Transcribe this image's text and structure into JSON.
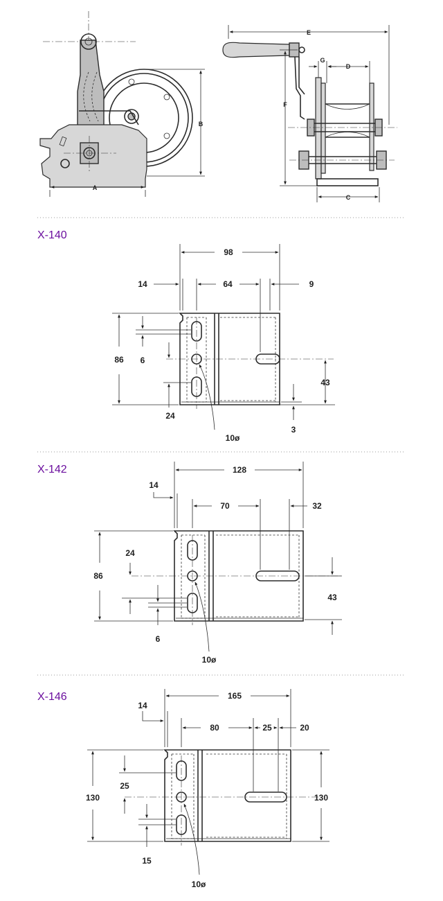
{
  "overview": {
    "dims": {
      "A": "A",
      "B": "B",
      "C": "C",
      "D": "D",
      "E": "E",
      "F": "F",
      "G": "G"
    }
  },
  "models": [
    {
      "title": "X-140",
      "dims": {
        "width": "98",
        "left": "14",
        "center": "64",
        "right": "9",
        "height": "86",
        "slot_gap": "6",
        "bottom_pad": "24",
        "hole": "10ø",
        "slot_height": "43",
        "bottom_gap": "3"
      }
    },
    {
      "title": "X-142",
      "dims": {
        "width": "128",
        "left": "14",
        "center": "70",
        "right": "32",
        "height": "86",
        "slot_gap": "24",
        "bottom_pad": "6",
        "hole": "10ø",
        "slot_height": "43"
      }
    },
    {
      "title": "X-146",
      "dims": {
        "width": "165",
        "left": "14",
        "center": "80",
        "slot": "25",
        "right": "20",
        "height_left": "130",
        "slot_gap": "25",
        "bottom_pad": "15",
        "hole": "10ø",
        "height_right": "130"
      }
    }
  ]
}
